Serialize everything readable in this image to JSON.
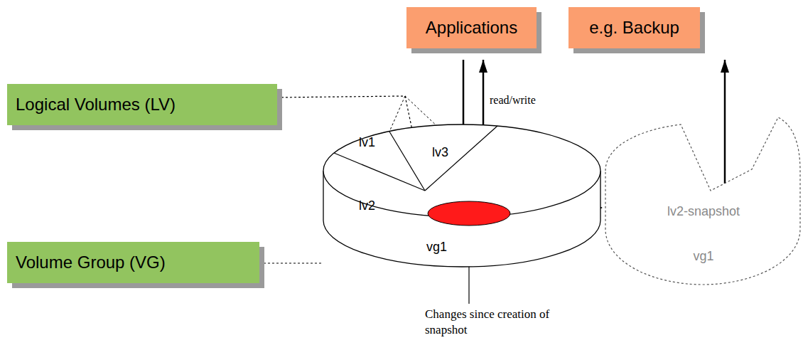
{
  "diagram": {
    "nodes": [
      {
        "text": [
          "Applications"
        ]
      },
      {
        "text": [
          "e.g. Backup"
        ]
      },
      {
        "text": [
          "Logical Volumes (LV)"
        ]
      },
      {
        "text": [
          "lv1",
          "lv3",
          "lv2",
          "vg1"
        ]
      },
      {
        "text": [
          "lv2-snapshot",
          "vg1"
        ]
      },
      {
        "text": [
          "Volume Group (VG)"
        ]
      }
    ],
    "edges": [
      {
        "from": 2,
        "to": 3,
        "arrow": "none"
      },
      {
        "from": 5,
        "to": 3,
        "arrow": "none"
      },
      {
        "from": 0,
        "to": 3,
        "arrow": "to"
      },
      {
        "from": 3,
        "to": 0,
        "label": "read/write",
        "arrow": "to"
      },
      {
        "from": 3,
        "to": 4,
        "arrow": "to"
      },
      {
        "from": 4,
        "to": 1,
        "arrow": "to"
      }
    ],
    "labels": [
      "Changes since creation of snapshot"
    ]
  }
}
